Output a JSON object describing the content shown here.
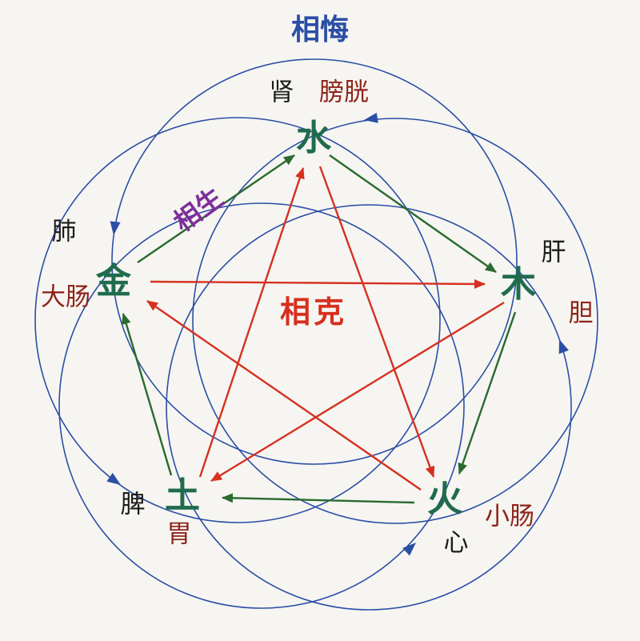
{
  "diagram": "wuxing-five-elements",
  "cycles": {
    "hui": {
      "text": "相悔",
      "color": "#2b4ea6"
    },
    "sheng": {
      "text": "相生",
      "color": "#7d2f9a"
    },
    "ke": {
      "text": "相克",
      "color": "#d63020"
    }
  },
  "elements": {
    "water": {
      "name": "水",
      "zang": "肾",
      "fu": "膀胱"
    },
    "wood": {
      "name": "木",
      "zang": "肝",
      "fu": "胆"
    },
    "fire": {
      "name": "火",
      "zang": "心",
      "fu": "小肠"
    },
    "earth": {
      "name": "土",
      "zang": "脾",
      "fu": "胃"
    },
    "metal": {
      "name": "金",
      "zang": "肺",
      "fu": "大肠"
    }
  },
  "colors": {
    "reverse_cycle_blue": "#2b4ea6",
    "generating_cycle_green": "#2a6b2f",
    "overcoming_cycle_red": "#d63020",
    "element_text_green": "#1f6b4e",
    "zang_organ_black": "#1c1c1c",
    "fu_organ_dark_red": "#8e241a",
    "background": "#f6f5f1"
  }
}
